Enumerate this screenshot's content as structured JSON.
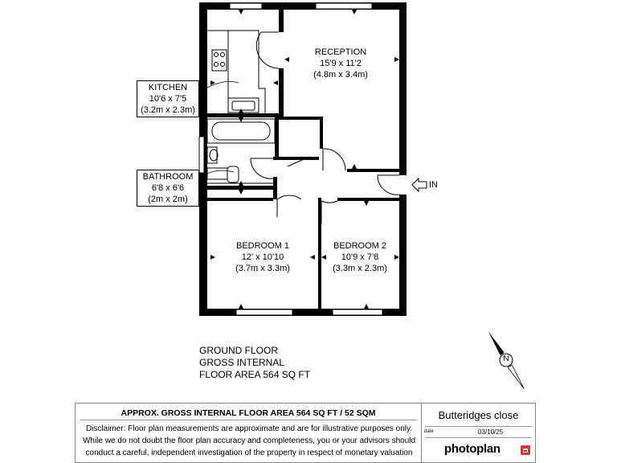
{
  "rooms": {
    "reception": {
      "name": "RECEPTION",
      "imperial": "15'9 x 11'2",
      "metric": "(4.8m x 3.4m)"
    },
    "kitchen": {
      "name": "KITCHEN",
      "imperial": "10'6 x 7'5",
      "metric": "(3.2m x 2.3m)"
    },
    "bathroom": {
      "name": "BATHROOM",
      "imperial": "6'8 x 6'6",
      "metric": "(2m x 2m)"
    },
    "bedroom1": {
      "name": "BEDROOM 1",
      "imperial": "12' x 10'10",
      "metric": "(3.7m x 3.3m)"
    },
    "bedroom2": {
      "name": "BEDROOM 2",
      "imperial": "10'9 x 7'8",
      "metric": "(3.3m x 2.3m)"
    }
  },
  "entrance_label": "IN",
  "compass_label": "N",
  "floor_area": {
    "line1": "GROUND FLOOR",
    "line2": "GROSS INTERNAL",
    "line3": "FLOOR AREA 564 SQ FT"
  },
  "footer": {
    "title": "APPROX. GROSS INTERNAL FLOOR AREA 564 SQ FT / 52 SQM",
    "disclaimer": "Disclaimer: Floor plan measurements are approximate and are for illustrative purposes only. While we do not doubt the floor plan accuracy and completeness, you or your advisors should conduct a careful, independent investigation of the property in respect of monetary valuation",
    "property_name": "Butteridges close",
    "date_label": "date",
    "date_value": "03/10/25",
    "logo": "photoplan"
  },
  "colors": {
    "wall": "#000000",
    "logo_accent": "#e0312e"
  }
}
